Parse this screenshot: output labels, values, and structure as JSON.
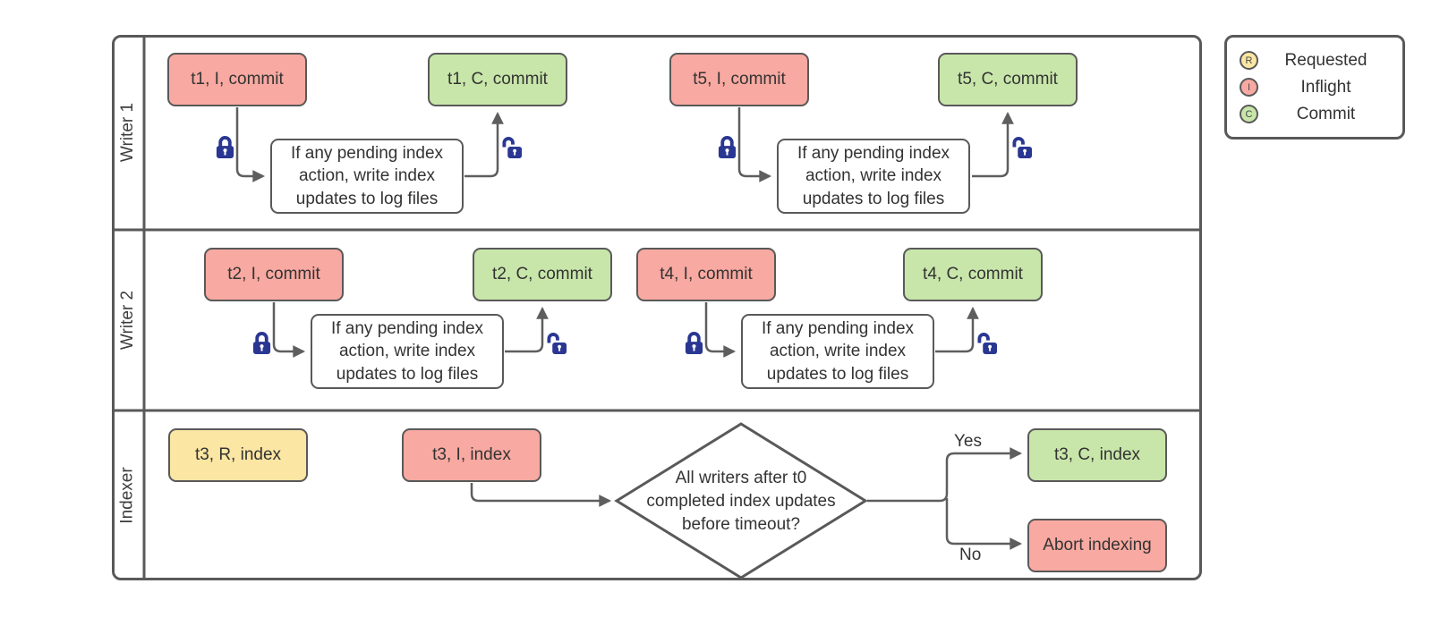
{
  "lanes": [
    {
      "label": "Writer 1"
    },
    {
      "label": "Writer 2"
    },
    {
      "label": "Indexer"
    }
  ],
  "boxes": {
    "t1_inflight": "t1, I, commit",
    "t1_commit": "t1, C, commit",
    "t5_inflight": "t5, I, commit",
    "t5_commit": "t5, C, commit",
    "t2_inflight": "t2, I, commit",
    "t2_commit": "t2, C, commit",
    "t4_inflight": "t4, I, commit",
    "t4_commit": "t4, C, commit",
    "t3_requested": "t3, R, index",
    "t3_inflight": "t3, I, index",
    "t3_commit": "t3, C, index",
    "abort": "Abort indexing",
    "process_note": "If any pending index action, write index updates to log files"
  },
  "decision": {
    "lines": [
      "All writers after t0",
      "completed index updates",
      "before timeout?"
    ]
  },
  "branch_labels": {
    "yes": "Yes",
    "no": "No"
  },
  "legend": {
    "items": [
      {
        "letter": "R",
        "label": "Requested"
      },
      {
        "letter": "I",
        "label": "Inflight"
      },
      {
        "letter": "C",
        "label": "Commit"
      }
    ]
  },
  "colors": {
    "requested_fill": "#fbe6a3",
    "inflight_fill": "#f8a9a1",
    "commit_fill": "#c8e6aa",
    "lock_blue": "#2a3792",
    "shape_border": "#595959",
    "connector": "#5e5e5e",
    "text": "#333333"
  }
}
